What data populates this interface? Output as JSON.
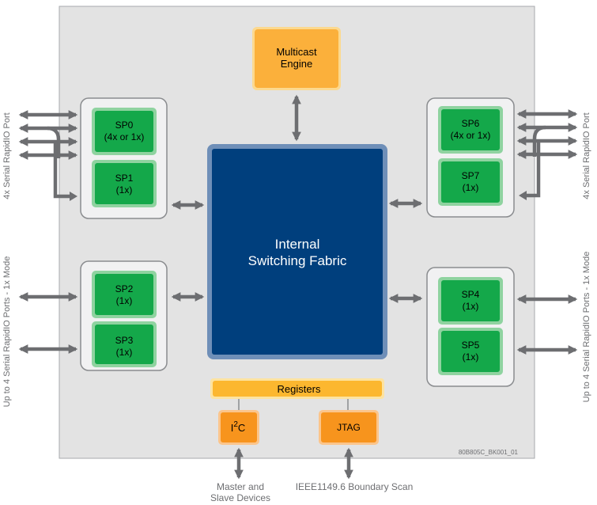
{
  "blocks": {
    "multicast": {
      "line1": "Multicast",
      "line2": "Engine"
    },
    "fabric": {
      "line1": "Internal",
      "line2": "Switching Fabric"
    },
    "registers": "Registers",
    "i2c": {
      "base": "I",
      "sup": "2",
      "end": "C"
    },
    "jtag": "JTAG"
  },
  "ports": {
    "sp0": {
      "name": "SP0",
      "mode": "(4x or 1x)"
    },
    "sp1": {
      "name": "SP1",
      "mode": "(1x)"
    },
    "sp2": {
      "name": "SP2",
      "mode": "(1x)"
    },
    "sp3": {
      "name": "SP3",
      "mode": "(1x)"
    },
    "sp4": {
      "name": "SP4",
      "mode": "(1x)"
    },
    "sp5": {
      "name": "SP5",
      "mode": "(1x)"
    },
    "sp6": {
      "name": "SP6",
      "mode": "(4x or 1x)"
    },
    "sp7": {
      "name": "SP7",
      "mode": "(1x)"
    }
  },
  "side_labels": {
    "left_top": "4x Serial RapidIO Port",
    "left_bottom": "Up to 4 Serial RapidIO Ports - 1x Mode",
    "right_top": "4x Serial RapidIO Port",
    "right_bottom": "Up to 4 Serial RapidIO Ports - 1x Mode"
  },
  "bottom_labels": {
    "master_line1": "Master and",
    "master_line2": "Slave Devices",
    "boundary_scan": "IEEE1149.6 Boundary Scan"
  },
  "figure_id": "80B805C_BK001_01",
  "colors": {
    "chip_bg": "#e3e3e3",
    "port_green": "#14a84a",
    "port_halo": "#8fd3a0",
    "fabric_blue": "#003f7d",
    "fabric_border": "#6f8fb8",
    "multicast_orange": "#fbb03b",
    "registers_yellow": "#fcb72f",
    "io_orange": "#f7941d",
    "arrow_gray": "#6d6e71",
    "label_gray": "#6d6e71"
  }
}
